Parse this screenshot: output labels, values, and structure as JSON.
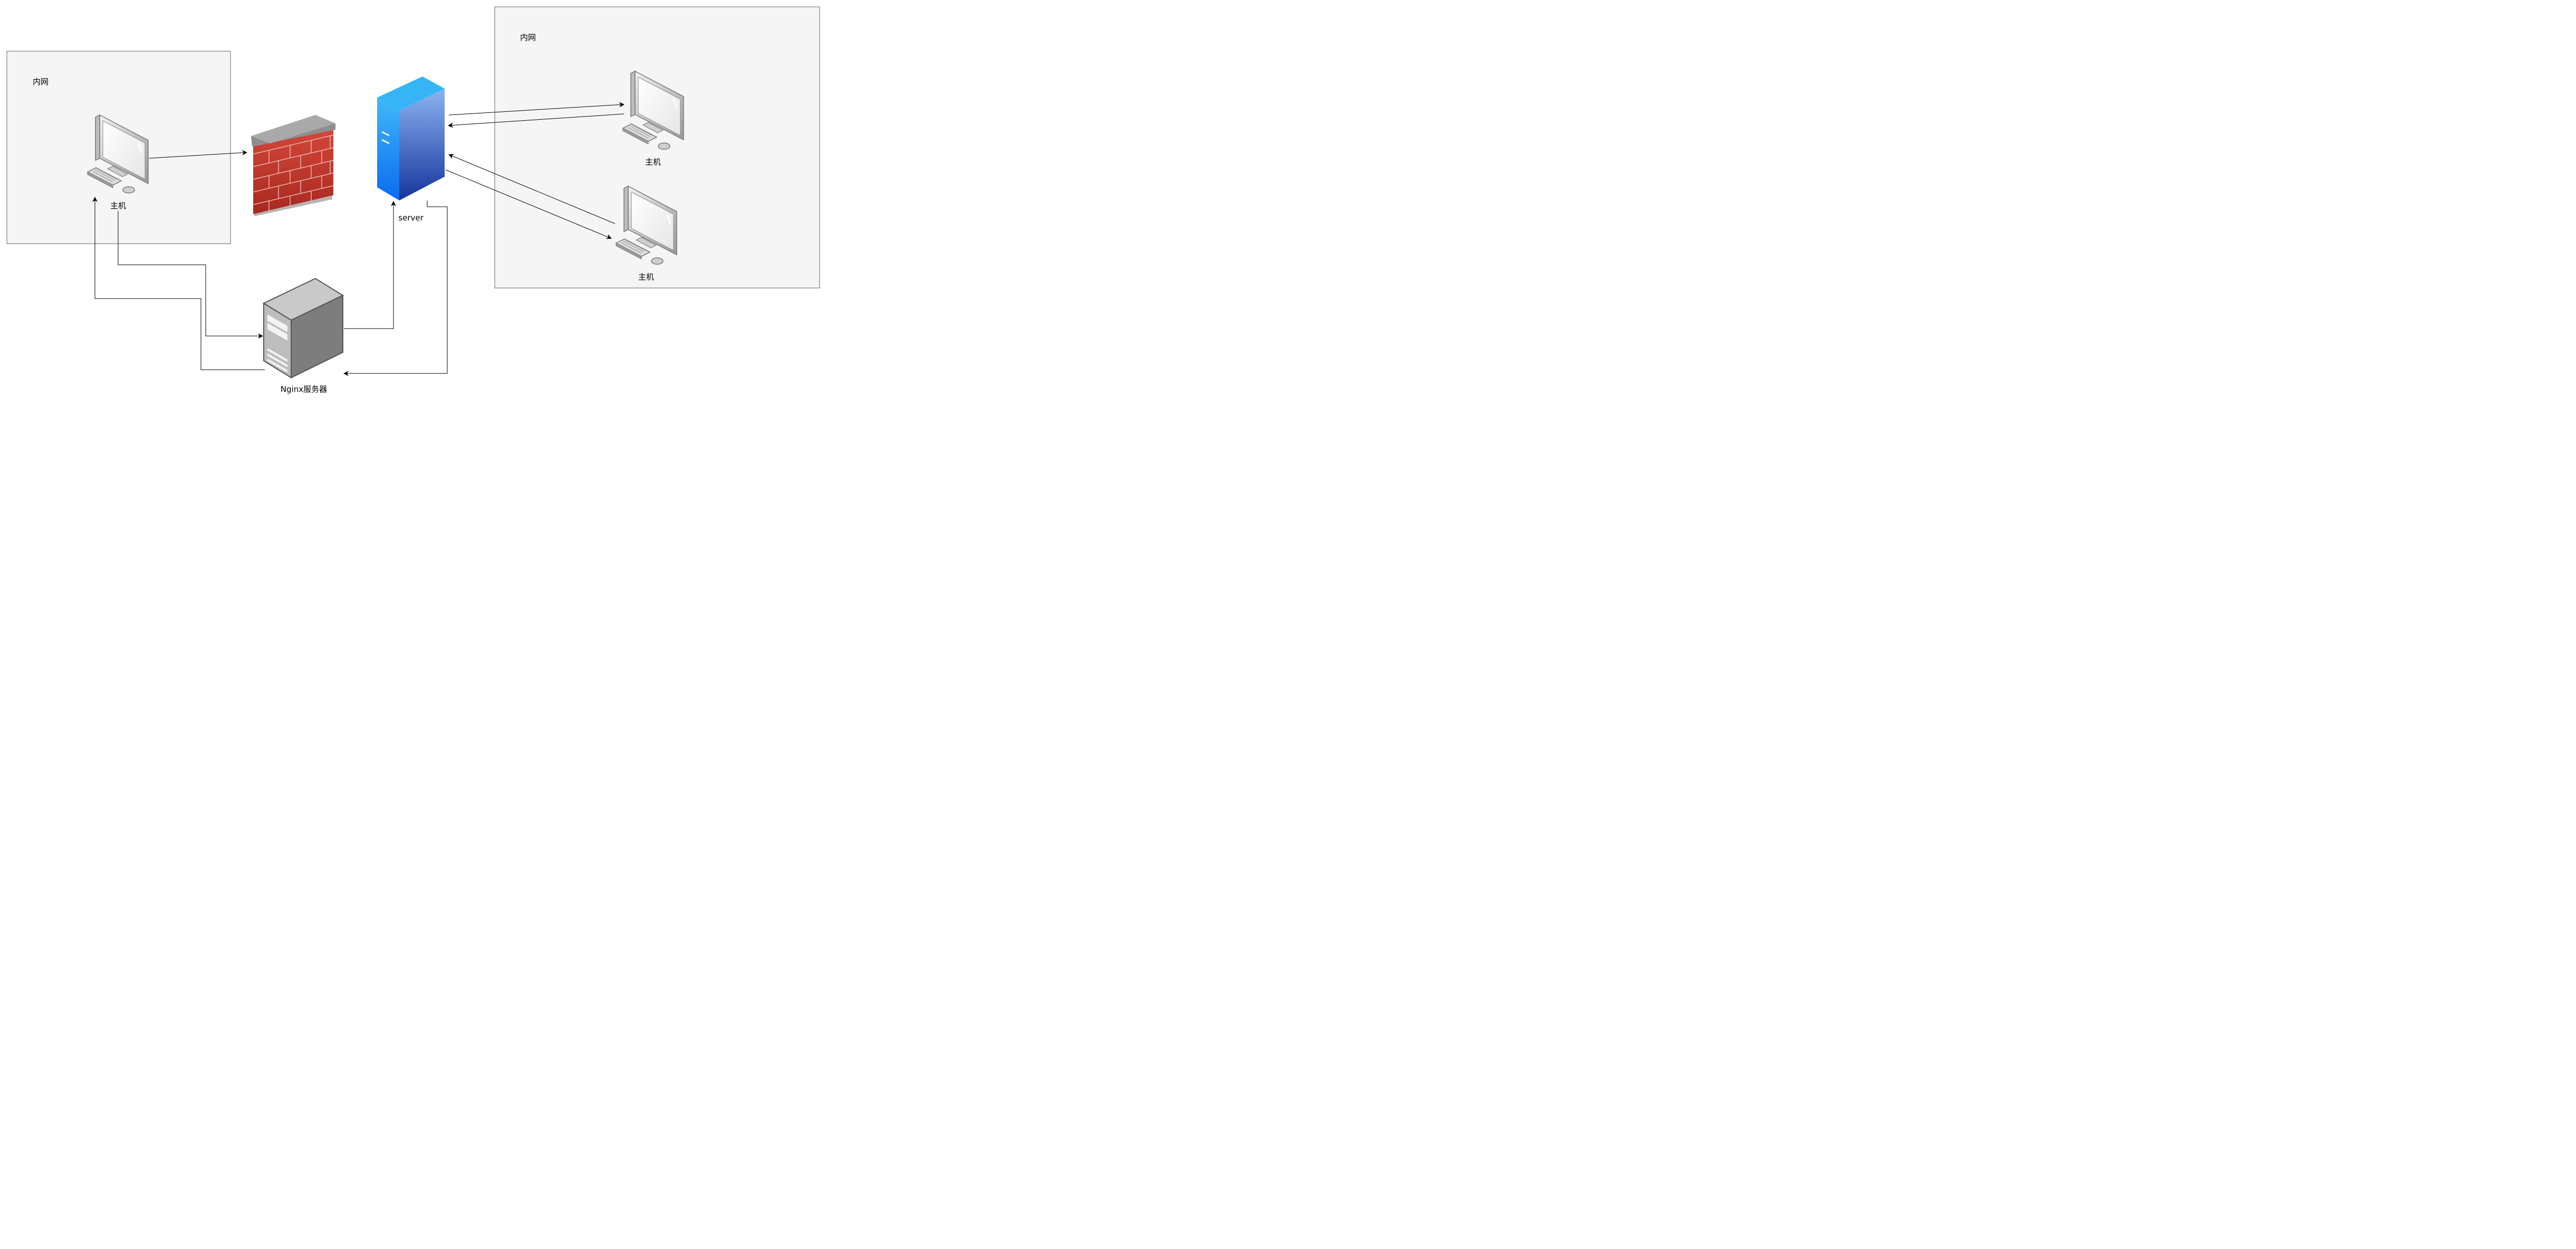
{
  "zones": {
    "left": {
      "label": "内网"
    },
    "right": {
      "label": "内网"
    }
  },
  "nodes": {
    "host_left": {
      "label": "主机"
    },
    "host_right_top": {
      "label": "主机"
    },
    "host_right_bottom": {
      "label": "主机"
    },
    "server": {
      "label": "server"
    },
    "nginx": {
      "label": "Nginx服务器"
    }
  },
  "colors": {
    "zone_fill": "#f5f5f5",
    "zone_stroke": "#666666",
    "edge": "#000000",
    "brick": "#c0392b",
    "server_top": "#2fb3f5",
    "server_bottom": "#1a3fa8"
  }
}
